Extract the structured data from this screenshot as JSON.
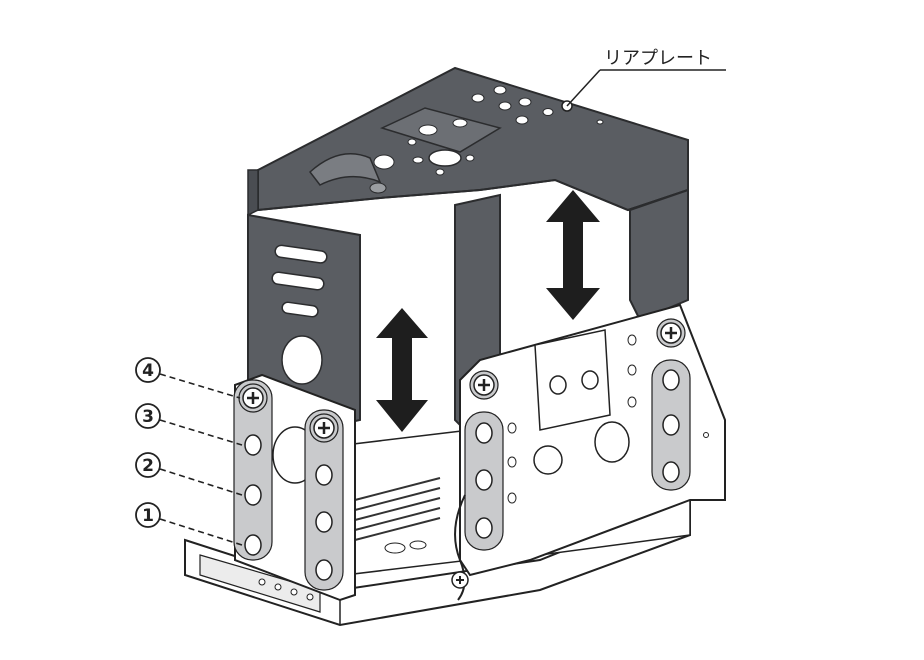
{
  "labels": {
    "rear_plate": "リアプレート",
    "position_4": "4",
    "position_3": "3",
    "position_2": "2",
    "position_1": "1"
  },
  "colors": {
    "plate_dark": "#5a5d62",
    "plate_edge": "#2b2c2e",
    "frame_light": "#ffffff",
    "highlight_gray": "#c9cacc",
    "arrow": "#1e1e1e",
    "line": "#222222"
  },
  "icons": [
    "screw-icon",
    "double-arrow-icon"
  ]
}
